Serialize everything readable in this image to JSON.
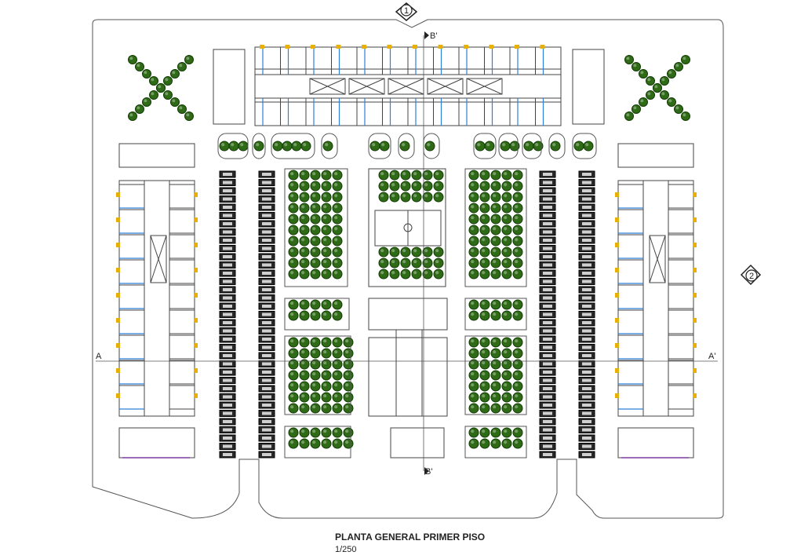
{
  "drawing": {
    "title": "PLANTA GENERAL PRIMER PISO",
    "scale": "1/250"
  },
  "axis_markers": {
    "axis_1": "1",
    "axis_2": "2"
  },
  "section_marks": {
    "a_left": "A",
    "a_right": "A'",
    "b_top": "B'",
    "b_bottom": "B'"
  },
  "colors": {
    "line": "#4a4a4a",
    "tree": "#2f6a16",
    "tree_dark": "#123d06",
    "door": "#e8b000",
    "window": "#2f7fd6",
    "purple": "#7a3aa0"
  }
}
